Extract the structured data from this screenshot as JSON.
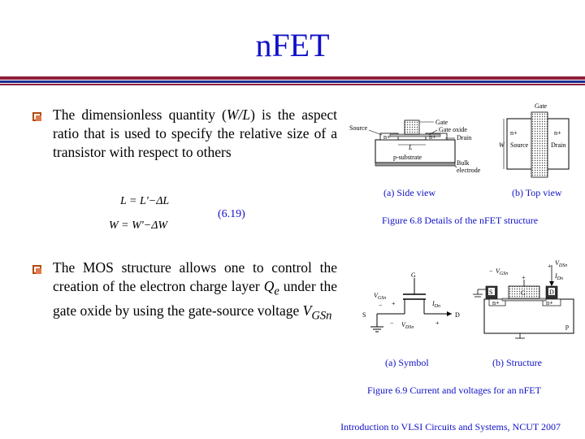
{
  "title": "nFET",
  "bullet1": {
    "text_before": "The dimensionless quantity (",
    "italic": "W/L",
    "text_after": ") is the aspect ratio that is used to specify the relative size of a transistor with respect to others"
  },
  "equations": {
    "eq1": "L = L'−ΔL",
    "eq2": "W = W'−ΔW",
    "number": "(6.19)"
  },
  "bullet2": {
    "text_before": "The MOS structure allows one to control the creation of the electron charge layer ",
    "q_symbol": "Q",
    "q_sub": "e",
    "text_middle": " under the gate oxide by using the gate-source voltage ",
    "v_symbol": "V",
    "v_sub": "GSn"
  },
  "fig68": {
    "side_labels": {
      "source": "Source",
      "gate": "Gate",
      "gate_oxide": "Gate oxide",
      "drain": "Drain",
      "n_left": "n+",
      "n_right": "n+",
      "length": "L",
      "substrate": "p-substrate",
      "bulk": "Bulk",
      "electrode": "electrode"
    },
    "top_labels": {
      "gate": "Gate",
      "n_left": "n+",
      "n_right": "n+",
      "source": "Source",
      "drain": "Drain",
      "width": "W"
    },
    "caption_a": "(a) Side view",
    "caption_b": "(b) Top view",
    "figure_caption": "Figure 6.8 Details of the nFET structure"
  },
  "fig69": {
    "symbol_labels": {
      "g": "G",
      "s": "S",
      "d": "D",
      "vgs": "V",
      "vgs_sub": "GSn",
      "ids": "I",
      "ids_sub": "Dn",
      "vds": "V",
      "vds_sub": "DSn",
      "plus": "+",
      "minus": "−"
    },
    "structure_labels": {
      "vgs": "V",
      "vgs_sub": "GSn",
      "vds": "V",
      "vds_sub": "DSn",
      "ids": "I",
      "ids_sub": "Dn",
      "s": "S",
      "g": "G",
      "d": "D",
      "n_left": "n+",
      "n_right": "n+",
      "p": "p",
      "plus": "+",
      "minus": "−"
    },
    "caption_a": "(a) Symbol",
    "caption_b": "(b) Structure",
    "figure_caption": "Figure 6.9 Current and voltages for an nFET"
  },
  "footer": "Introduction to VLSI Circuits and Systems, NCUT  2007",
  "colors": {
    "title": "#1010c8",
    "rule_red": "#8e1e3a",
    "rule_blue": "#1e2a8c",
    "bullet": "#e2794a"
  }
}
